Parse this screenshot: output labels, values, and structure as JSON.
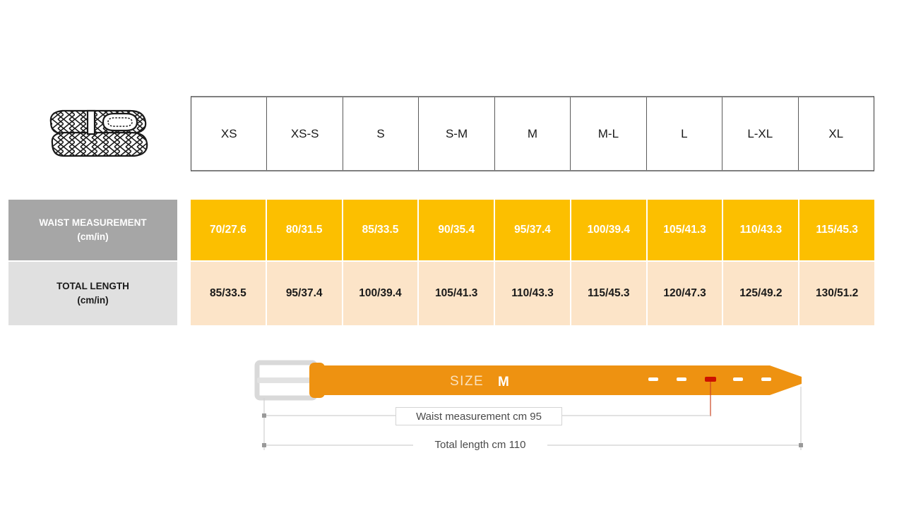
{
  "product": {
    "illustration_name": "woven-braided-belt-illustration"
  },
  "size_table": {
    "sizes": [
      "XS",
      "XS-S",
      "S",
      "S-M",
      "M",
      "M-L",
      "L",
      "L-XL",
      "XL"
    ],
    "rows": [
      {
        "label_line1": "WAIST MEASUREMENT",
        "label_line2": "(cm/in)",
        "values": [
          "70/27.6",
          "80/31.5",
          "85/33.5",
          "90/35.4",
          "95/37.4",
          "100/39.4",
          "105/41.3",
          "110/43.3",
          "115/45.3"
        ],
        "cell_color": "#FCBF00",
        "label_color": "#A6A6A6",
        "text_color": "#FFFFFF"
      },
      {
        "label_line1": "TOTAL LENGTH",
        "label_line2": "(cm/in)",
        "values": [
          "85/33.5",
          "95/37.4",
          "100/39.4",
          "105/41.3",
          "110/43.3",
          "115/45.3",
          "120/47.3",
          "125/49.2",
          "130/51.2"
        ],
        "cell_color": "#FCE4C8",
        "label_color": "#E0E0E0",
        "text_color": "#1A1A1A"
      }
    ]
  },
  "belt_diagram": {
    "size_prefix": "SIZE",
    "size_value": "M",
    "waist_dimension_label": "Waist measurement cm 95",
    "total_length_dimension_label": "Total length cm 110",
    "belt_color": "#EE9211",
    "buckle_color": "#E2E2E2",
    "active_hole_color": "#CC1100",
    "hole_color": "#FFFFFF",
    "hole_count": 5,
    "active_hole_index": 3
  }
}
